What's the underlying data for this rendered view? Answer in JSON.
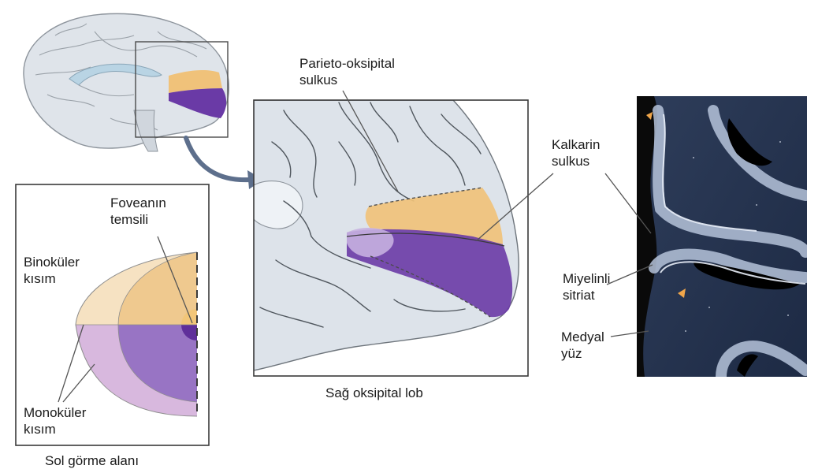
{
  "labels": {
    "parieto_occipital": [
      "Parieto-oksipital",
      "sulkus"
    ],
    "calcarine": [
      "Kalkarin",
      "sulkus"
    ],
    "fovea": [
      "Foveanın",
      "temsili"
    ],
    "binocular": [
      "Binoküler",
      "kısım"
    ],
    "monocular": [
      "Monoküler",
      "kısım"
    ],
    "myelinated_stria": [
      "Miyelinli",
      "sitriat"
    ],
    "medial_surface": [
      "Medyal",
      "yüz"
    ],
    "right_occipital_lobe": "Sağ oksipital lob",
    "left_visual_field": "Sol görme alanı"
  },
  "colors": {
    "upper_bank_orange": "#f0c27a",
    "lower_bank_purple": "#6a3aa6",
    "binocular_light": "#f6e2c2",
    "monocular_light": "#d8b8de",
    "brain_gray": "#dde3ea",
    "frame": "#3a3a3a",
    "arrow_blue": "#5d6f8c"
  }
}
